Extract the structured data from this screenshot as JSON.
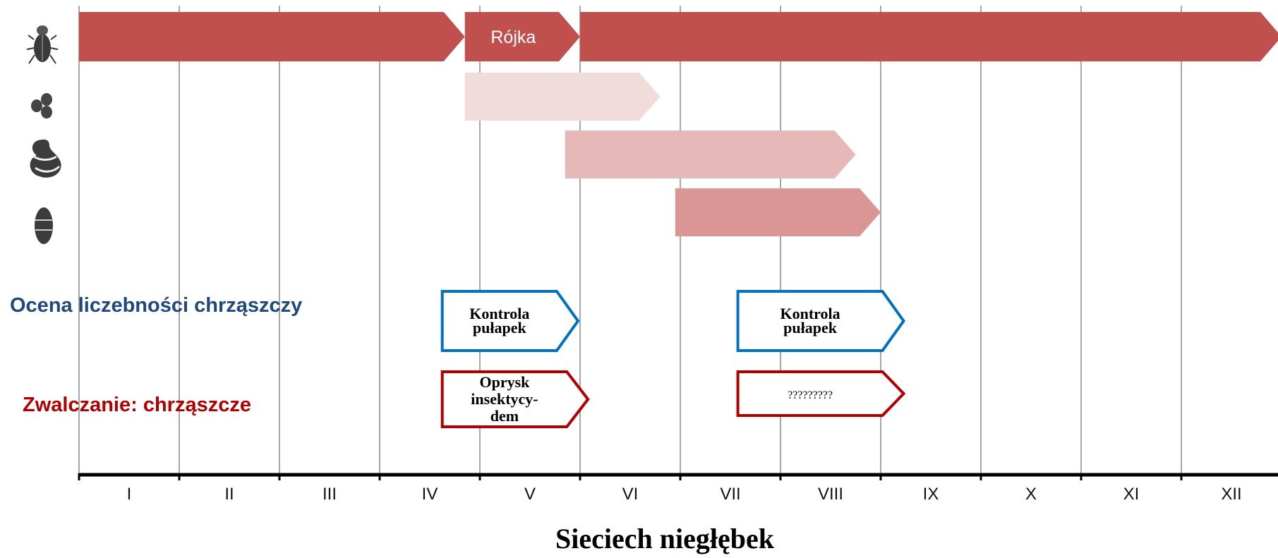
{
  "chart_data": {
    "type": "gantt",
    "title": "",
    "xlabel": "Sieciech niegłębek",
    "months": [
      "I",
      "II",
      "III",
      "IV",
      "V",
      "VI",
      "VII",
      "VIII",
      "IX",
      "X",
      "XI",
      "XII"
    ],
    "grid": true,
    "stages": [
      {
        "icon": "adult-beetle-icon",
        "color": "#c0504d",
        "segments": [
          {
            "start": 0.0,
            "end": 3.85,
            "label": ""
          },
          {
            "start": 3.85,
            "end": 5.0,
            "label": "Rójka"
          },
          {
            "start": 5.0,
            "end": 12.0,
            "label": ""
          }
        ]
      },
      {
        "icon": "eggs-icon",
        "color": "#f2dcdb",
        "segments": [
          {
            "start": 3.85,
            "end": 5.8,
            "label": ""
          }
        ]
      },
      {
        "icon": "larva-icon",
        "color": "#e6b9b8",
        "segments": [
          {
            "start": 4.85,
            "end": 7.75,
            "label": ""
          }
        ]
      },
      {
        "icon": "pupa-icon",
        "color": "#d99694",
        "segments": [
          {
            "start": 5.95,
            "end": 8.0,
            "label": ""
          }
        ]
      }
    ],
    "actions": [
      {
        "label": "Ocena liczebności chrząszczy",
        "color": "#1f497d",
        "stroke": "#0070c0",
        "boxes": [
          {
            "start": 3.85,
            "end": 5.0,
            "text": [
              "Kontrola",
              "pułapek"
            ]
          },
          {
            "start": 6.8,
            "end": 8.25,
            "text": [
              "Kontrola",
              "pułapek"
            ]
          }
        ]
      },
      {
        "label": "Zwalczanie: chrząszcze",
        "color": "#b00000",
        "stroke": "#b00000",
        "boxes": [
          {
            "start": 3.85,
            "end": 5.1,
            "text": [
              "Oprysk",
              "insektycy-",
              "dem"
            ]
          },
          {
            "start": 6.8,
            "end": 8.25,
            "text": [
              "?????????"
            ]
          }
        ]
      }
    ]
  }
}
